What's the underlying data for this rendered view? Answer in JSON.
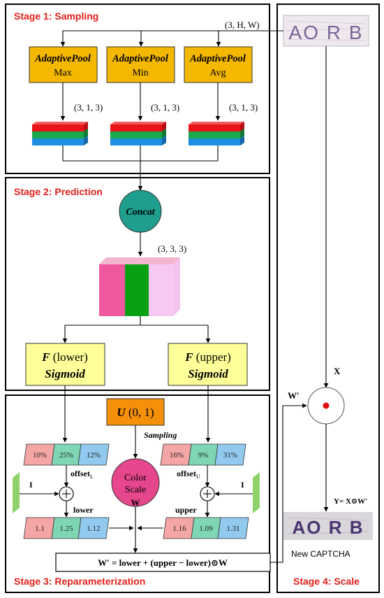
{
  "stages": {
    "s1": "Stage 1: Sampling",
    "s2": "Stage 2: Prediction",
    "s3": "Stage 3: Reparameterization",
    "s4": "Stage 4: Scale"
  },
  "input_shape": "(3, H, W)",
  "pool_name": "AdaptivePool",
  "pools": [
    "Max",
    "Min",
    "Avg"
  ],
  "pool_out_shape": "(3, 1, 3)",
  "concat_label": "Concat",
  "concat_out_shape": "(3, 3, 3)",
  "f_lower": {
    "f": "F",
    "arg": " (lower)",
    "act": "Sigmoid"
  },
  "f_upper": {
    "f": "F",
    "arg": " (upper)",
    "act": "Sigmoid"
  },
  "uniform": {
    "u": "U",
    "arg": " (0, 1)"
  },
  "sampling_label": "Sampling",
  "color_scale": {
    "line1": "Color",
    "line2": "Scale",
    "w": "W"
  },
  "offset_lower": {
    "values": [
      "10%",
      "25%",
      "12%"
    ],
    "label": "offset",
    "sub": "L"
  },
  "offset_upper": {
    "values": [
      "16%",
      "9%",
      "31%"
    ],
    "label": "offset",
    "sub": "U"
  },
  "identity_label": "I",
  "lower": {
    "label": "lower",
    "values": [
      "1.1",
      "1.25",
      "1.12"
    ]
  },
  "upper": {
    "label": "upper",
    "values": [
      "1.16",
      "1.09",
      "1.31"
    ]
  },
  "formula": "W′ = lower + (upper − lower)⊙W",
  "x_label": "X",
  "w_prime_label": "W′",
  "y_formula": "Y= X⊙W′",
  "captcha_text": "AO R B",
  "new_captcha_label": "New CAPTCHA",
  "colors": {
    "stage_title": "#e0201b",
    "pool_box": "#f5b800",
    "concat": "#1f9e8e",
    "f_box": "#ffff99",
    "uniform_box": "#f5900a",
    "color_scale": "#e6468c",
    "cell_red": "#f4a5a5",
    "cell_green": "#7fd6b5",
    "cell_blue": "#92c9ee",
    "identity_bar": "#8fd16a"
  }
}
